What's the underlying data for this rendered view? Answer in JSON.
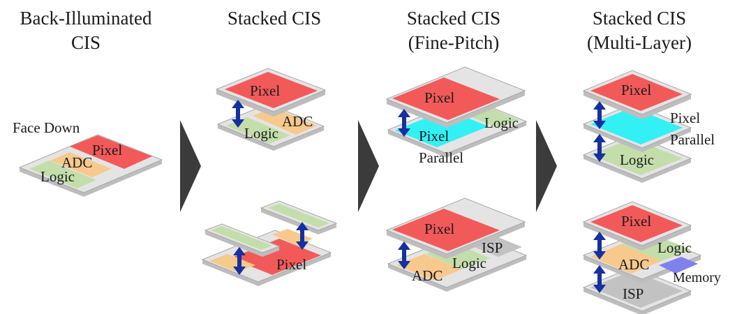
{
  "titles": {
    "col1": [
      "Back-Illuminated",
      "CIS"
    ],
    "col2": [
      "Stacked CIS"
    ],
    "col3": [
      "Stacked CIS",
      "(Fine-Pitch)"
    ],
    "col4": [
      "Stacked CIS",
      "(Multi-Layer)"
    ]
  },
  "labels": {
    "face_down": "Face Down",
    "pixel": "Pixel",
    "adc": "ADC",
    "logic": "Logic",
    "pixel_parallel": [
      "Pixel",
      "Parallel"
    ],
    "isp": "ISP",
    "memory": "Memory"
  },
  "colors": {
    "pixel": "#f25a5a",
    "logic": "#c3deaa",
    "adc": "#f7c98c",
    "pixel_parallel": "#33f0f5",
    "memory": "#8080ee",
    "isp": "#c2c2c2",
    "arrow": "#1530a0",
    "separator": "#3b3b3b"
  }
}
